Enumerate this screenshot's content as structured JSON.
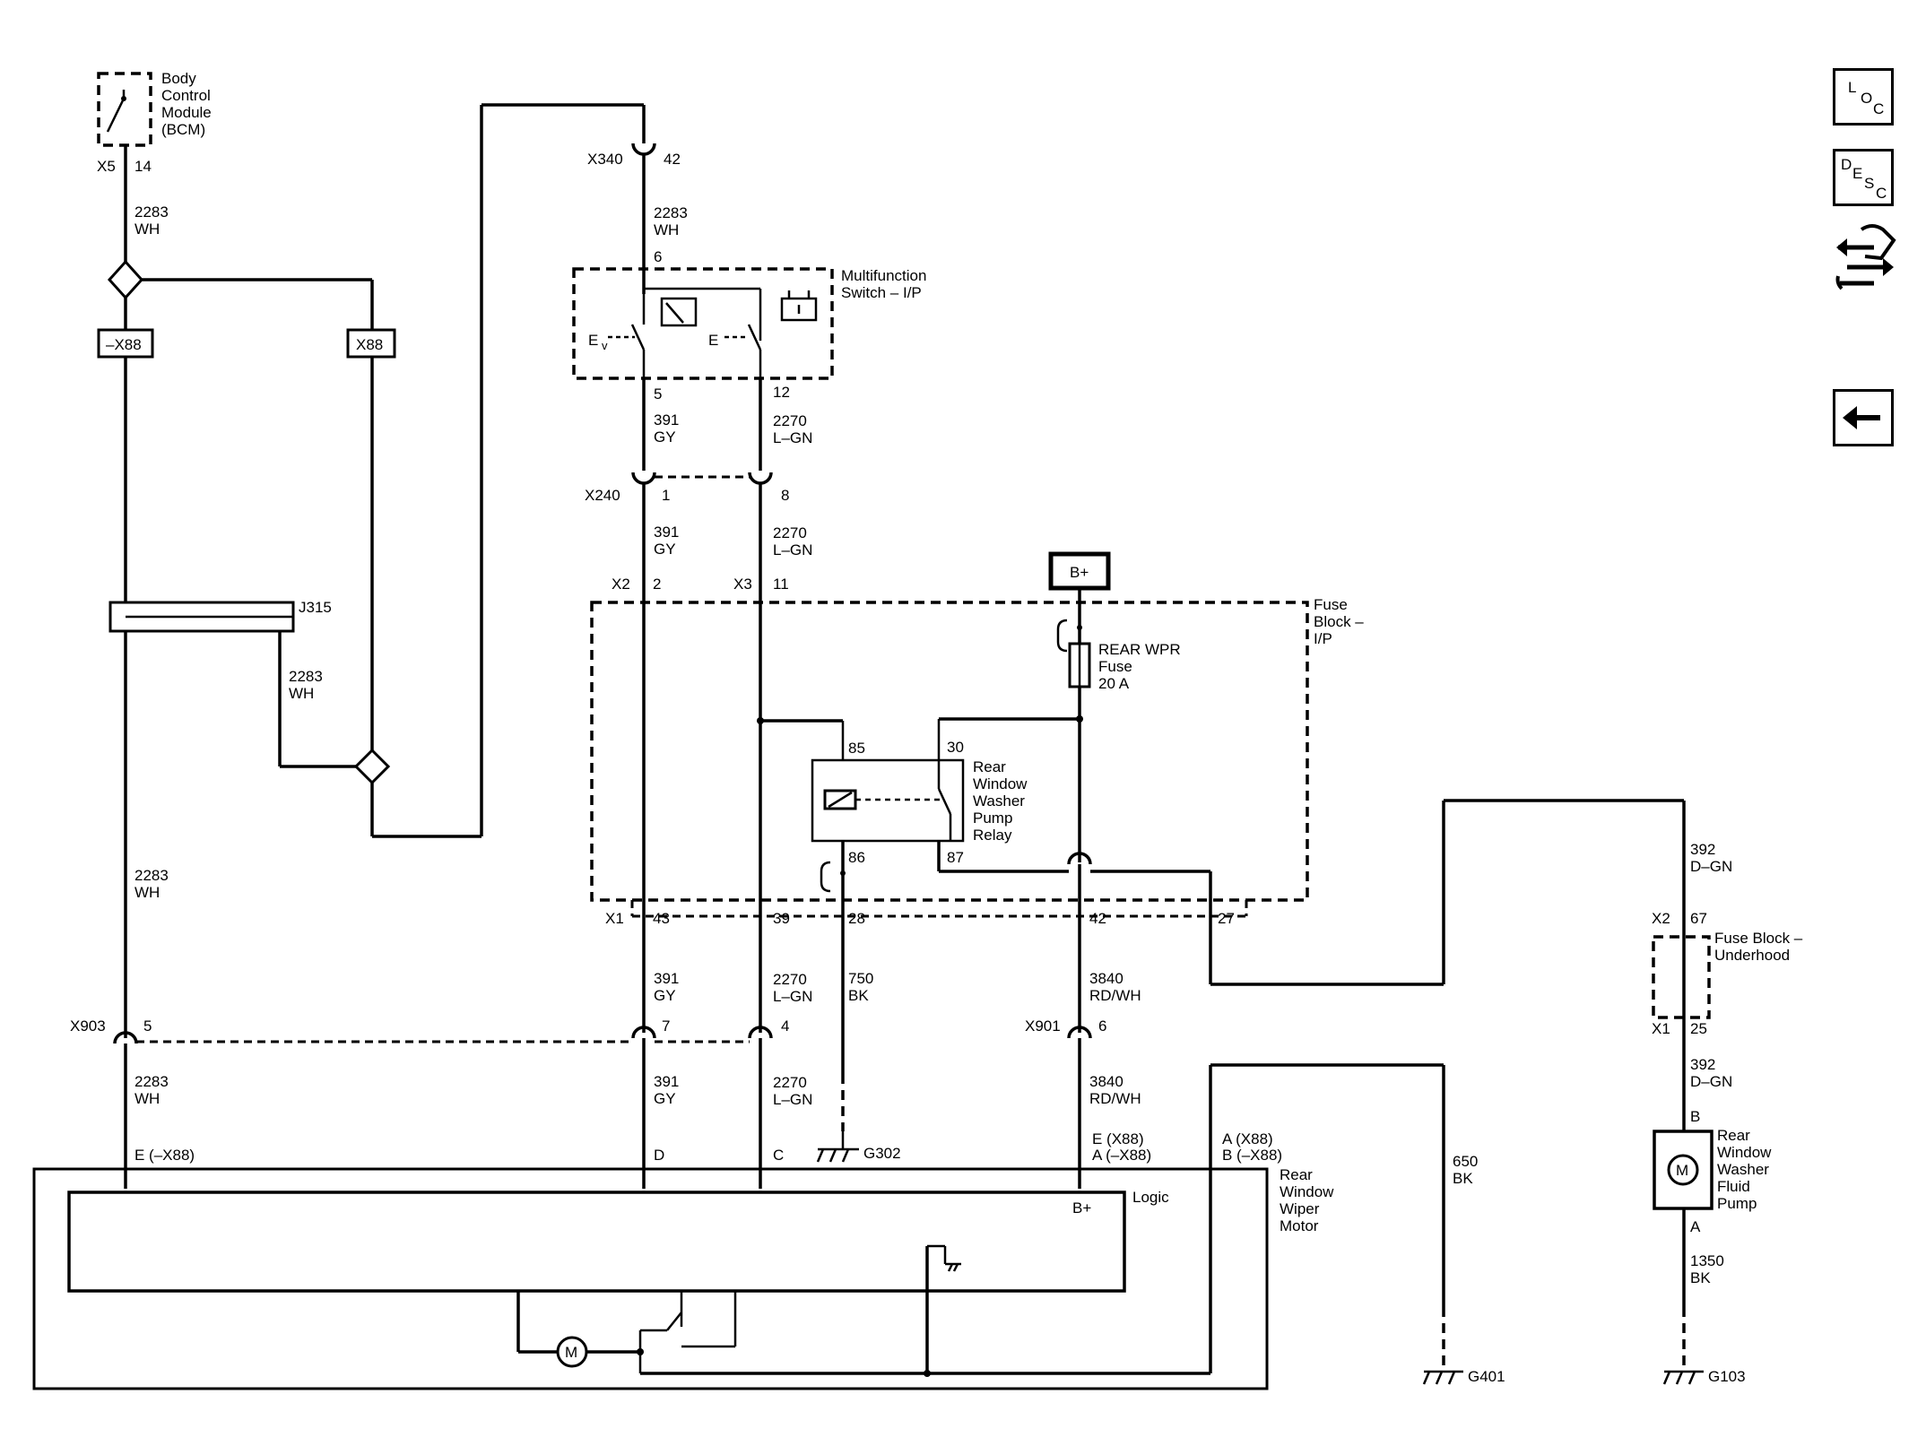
{
  "nav": {
    "loc": [
      "L",
      "O",
      "C"
    ],
    "desc": [
      "D",
      "E",
      "S",
      "C"
    ]
  },
  "modules": {
    "bcm": [
      "Body",
      "Control",
      "Module",
      "(BCM)"
    ],
    "mfs": [
      "Multifunction",
      "Switch – I/P"
    ],
    "fuse_ip": [
      "Fuse",
      "Block –",
      "I/P"
    ],
    "fuse_uh": [
      "Fuse Block –",
      "Underhood"
    ],
    "relay": [
      "Rear",
      "Window",
      "Washer",
      "Pump",
      "Relay"
    ],
    "motor": [
      "Rear",
      "Window",
      "Wiper",
      "Motor"
    ],
    "pump": [
      "Rear",
      "Window",
      "Washer",
      "Fluid",
      "Pump"
    ],
    "fuse_label": [
      "REAR WPR",
      "Fuse",
      "20 A"
    ],
    "logic": "Logic",
    "bplus_box": "B+",
    "bplus_in": "B+"
  },
  "connectors": {
    "x5": "X5",
    "x5_pin": "14",
    "x340": "X340",
    "x340_pin": "42",
    "x240": "X240",
    "x240_1": "1",
    "x240_8": "8",
    "x2": "X2",
    "x2_pin": "2",
    "x3": "X3",
    "x3_pin": "11",
    "x1": "X1",
    "x1_pins": [
      "43",
      "39",
      "28",
      "42",
      "27"
    ],
    "x903": "X903",
    "x903_5": "5",
    "x903_7": "7",
    "x903_4": "4",
    "x901": "X901",
    "x901_pin": "6",
    "uh_x2": "X2",
    "uh_x2_pin": "67",
    "uh_x1": "X1",
    "uh_x1_pin": "25",
    "j315": "J315",
    "neg_x88": "–X88",
    "pos_x88": "X88",
    "mfs_6": "6",
    "mfs_5": "5",
    "mfs_12": "12",
    "relay_85": "85",
    "relay_86": "86",
    "relay_30": "30",
    "relay_87": "87",
    "motor_e": "E (–X88)",
    "motor_d": "D",
    "motor_c": "C",
    "motor_ea": [
      "E (X88)",
      "A (–X88)"
    ],
    "motor_ab": [
      "A (X88)",
      "B (–X88)"
    ],
    "pump_b": "B",
    "pump_a": "A"
  },
  "wires": {
    "w2283_1": [
      "2283",
      "WH"
    ],
    "w2283_2": [
      "2283",
      "WH"
    ],
    "w2283_3": [
      "2283",
      "WH"
    ],
    "w2283_4": [
      "2283",
      "WH"
    ],
    "w2283_5": [
      "2283",
      "WH"
    ],
    "w391_1": [
      "391",
      "GY"
    ],
    "w391_2": [
      "391",
      "GY"
    ],
    "w391_3": [
      "391",
      "GY"
    ],
    "w391_4": [
      "391",
      "GY"
    ],
    "w2270_1": [
      "2270",
      "L–GN"
    ],
    "w2270_2": [
      "2270",
      "L–GN"
    ],
    "w2270_3": [
      "2270",
      "L–GN"
    ],
    "w2270_4": [
      "2270",
      "L–GN"
    ],
    "w750": [
      "750",
      "BK"
    ],
    "w3840_1": [
      "3840",
      "RD/WH"
    ],
    "w3840_2": [
      "3840",
      "RD/WH"
    ],
    "w650": [
      "650",
      "BK"
    ],
    "w392_1": [
      "392",
      "D–GN"
    ],
    "w392_2": [
      "392",
      "D–GN"
    ],
    "w1350": [
      "1350",
      "BK"
    ]
  },
  "grounds": {
    "g302": "G302",
    "g401": "G401",
    "g103": "G103"
  },
  "motor_symbol": "M"
}
